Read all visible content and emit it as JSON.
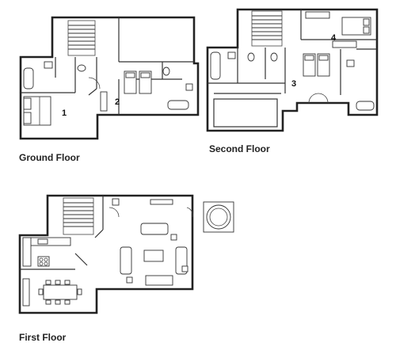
{
  "floors": [
    {
      "label": "Ground Floor",
      "rooms": [
        {
          "number": "1"
        },
        {
          "number": "2"
        }
      ]
    },
    {
      "label": "Second Floor",
      "rooms": [
        {
          "number": "3"
        },
        {
          "number": "4"
        }
      ]
    },
    {
      "label": "First Floor",
      "rooms": []
    }
  ]
}
